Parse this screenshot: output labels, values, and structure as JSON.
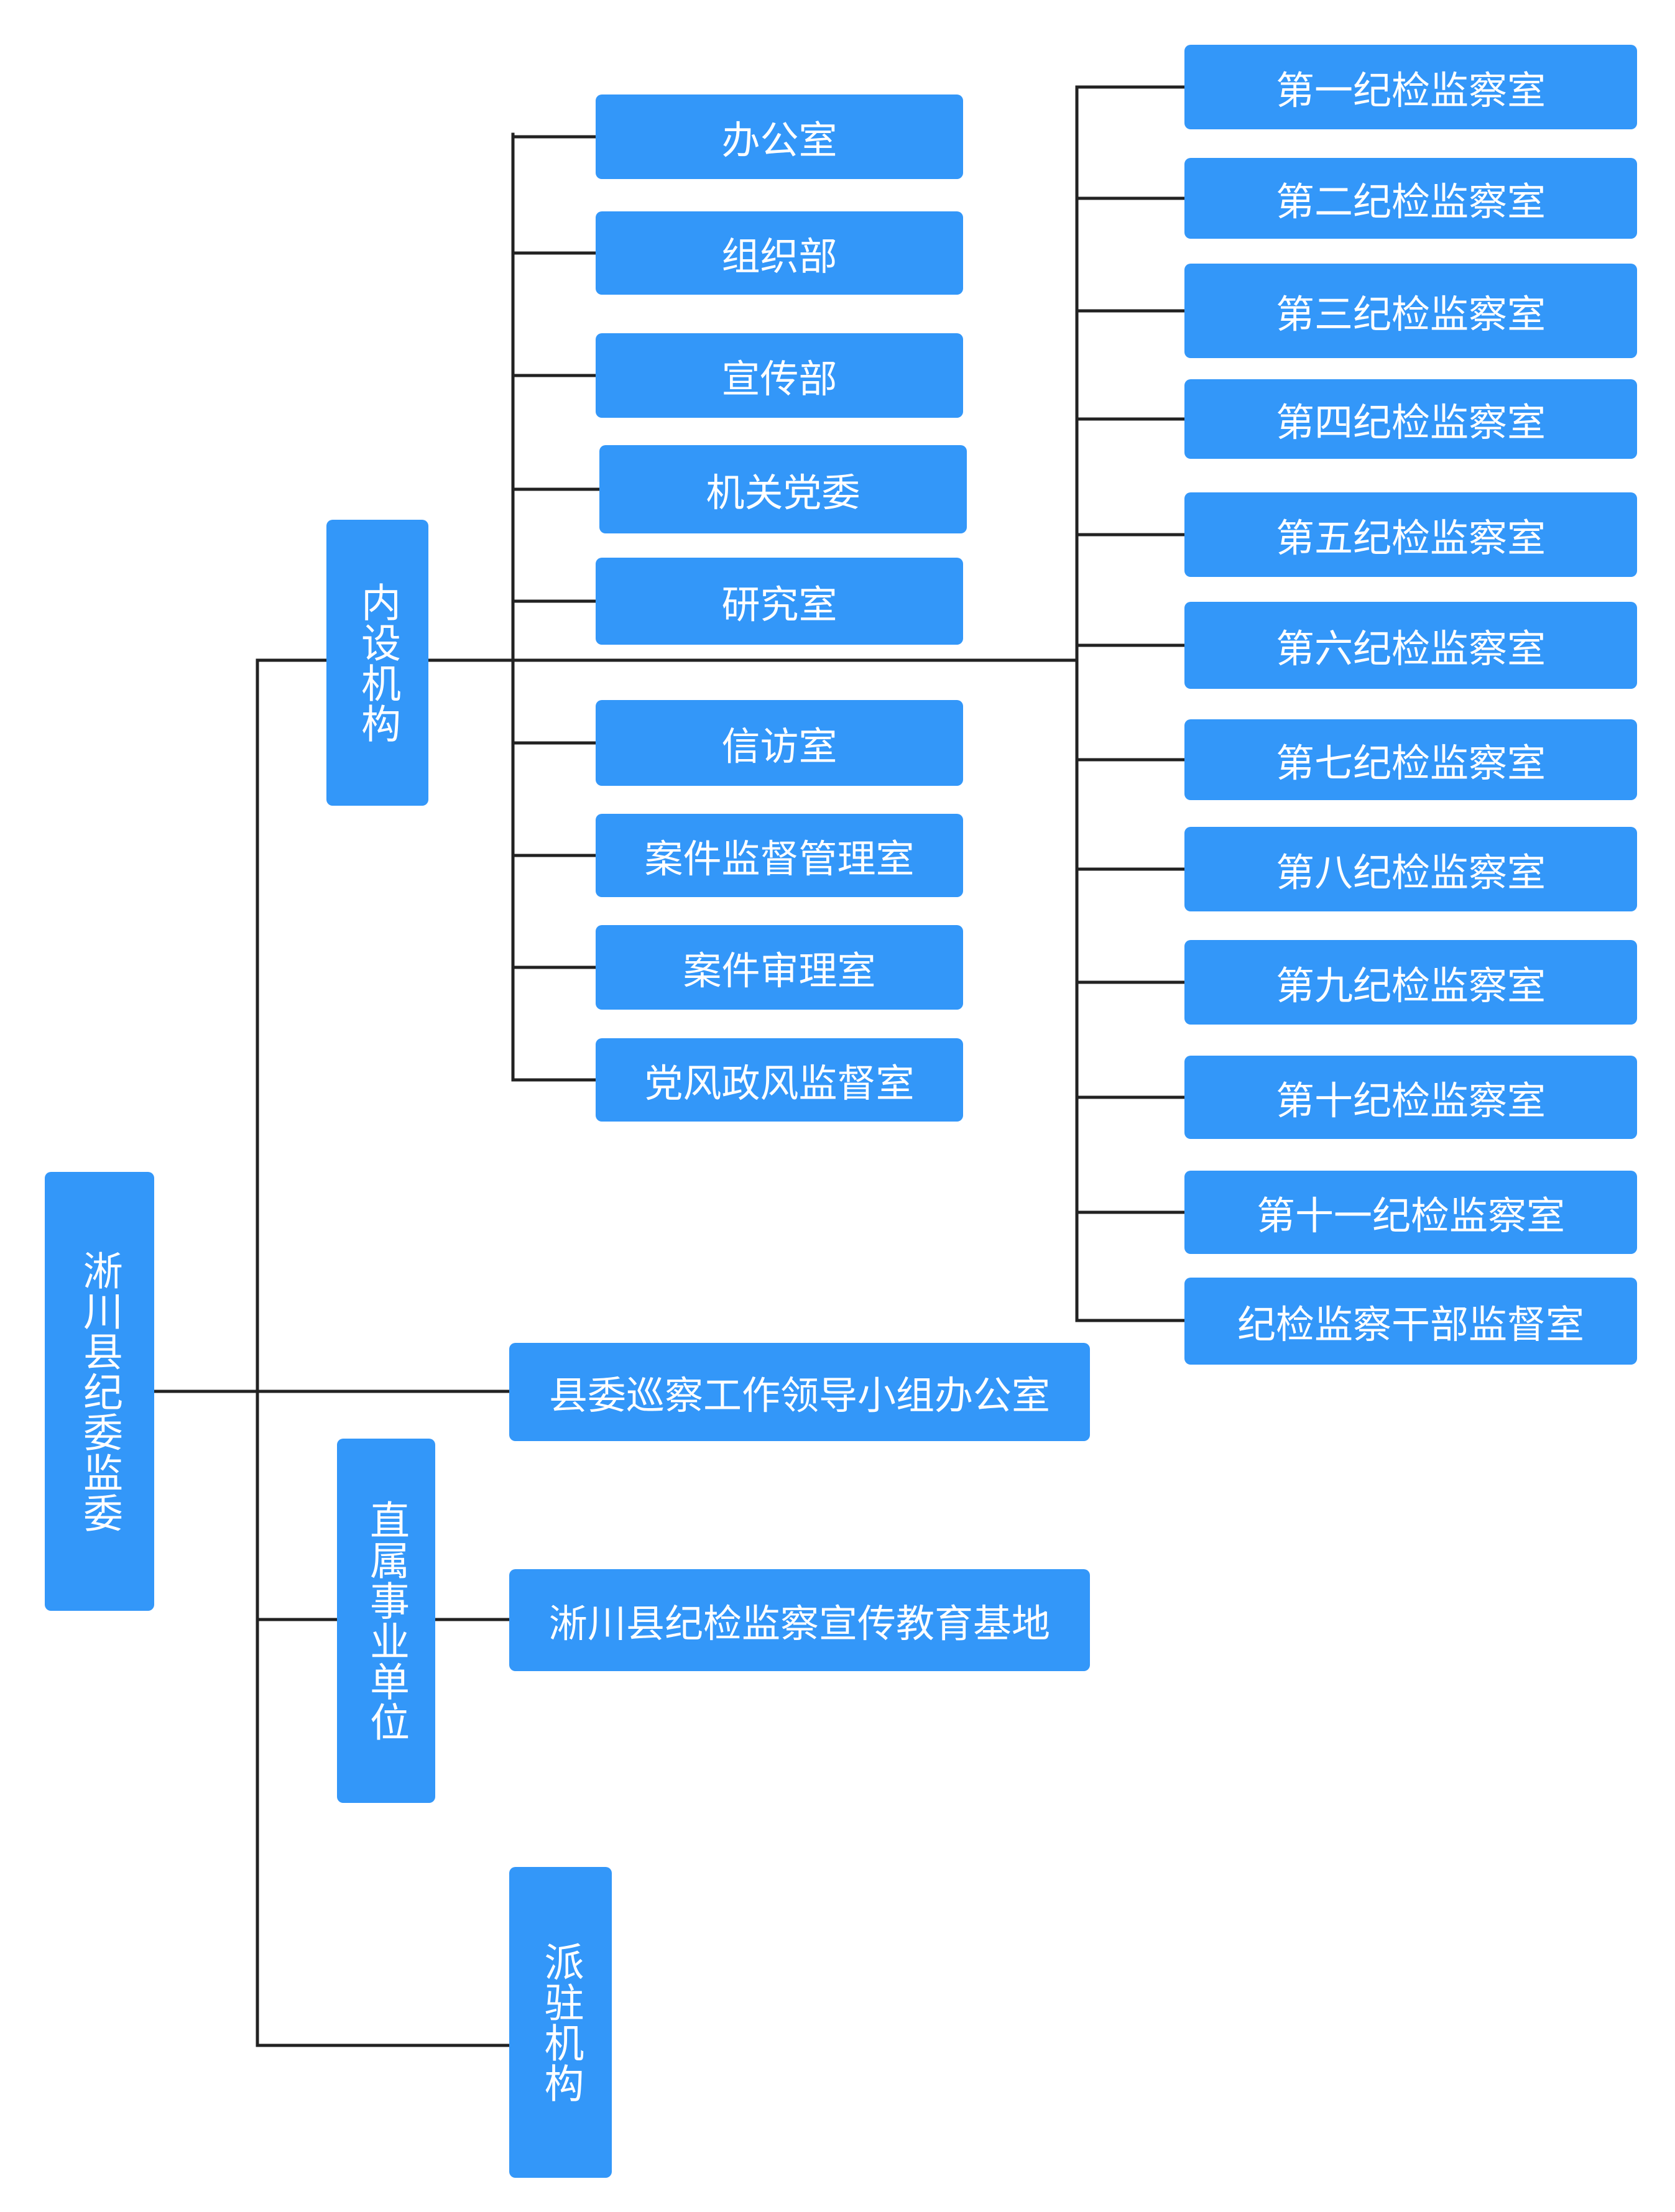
{
  "theme": {
    "node_color": "#3397f9",
    "text_color": "#ffffff",
    "line_color": "#222222"
  },
  "root": {
    "label": "淅川县纪委监委"
  },
  "internal": {
    "label": "内设机构",
    "left_column": [
      "办公室",
      "组织部",
      "宣传部",
      "机关党委",
      "研究室",
      "信访室",
      "案件监督管理室",
      "案件审理室",
      "党风政风监督室"
    ],
    "right_column": [
      "第一纪检监察室",
      "第二纪检监察室",
      "第三纪检监察室",
      "第四纪检监察室",
      "第五纪检监察室",
      "第六纪检监察室",
      "第七纪检监察室",
      "第八纪检监察室",
      "第九纪检监察室",
      "第十纪检监察室",
      "第十一纪检监察室",
      "纪检监察干部监督室"
    ]
  },
  "inspection_office": {
    "label": "县委巡察工作领导小组办公室"
  },
  "affiliated": {
    "label": "直属事业单位",
    "children": [
      "淅川县纪检监察宣传教育基地"
    ]
  },
  "dispatched": {
    "label": "派驻机构"
  }
}
